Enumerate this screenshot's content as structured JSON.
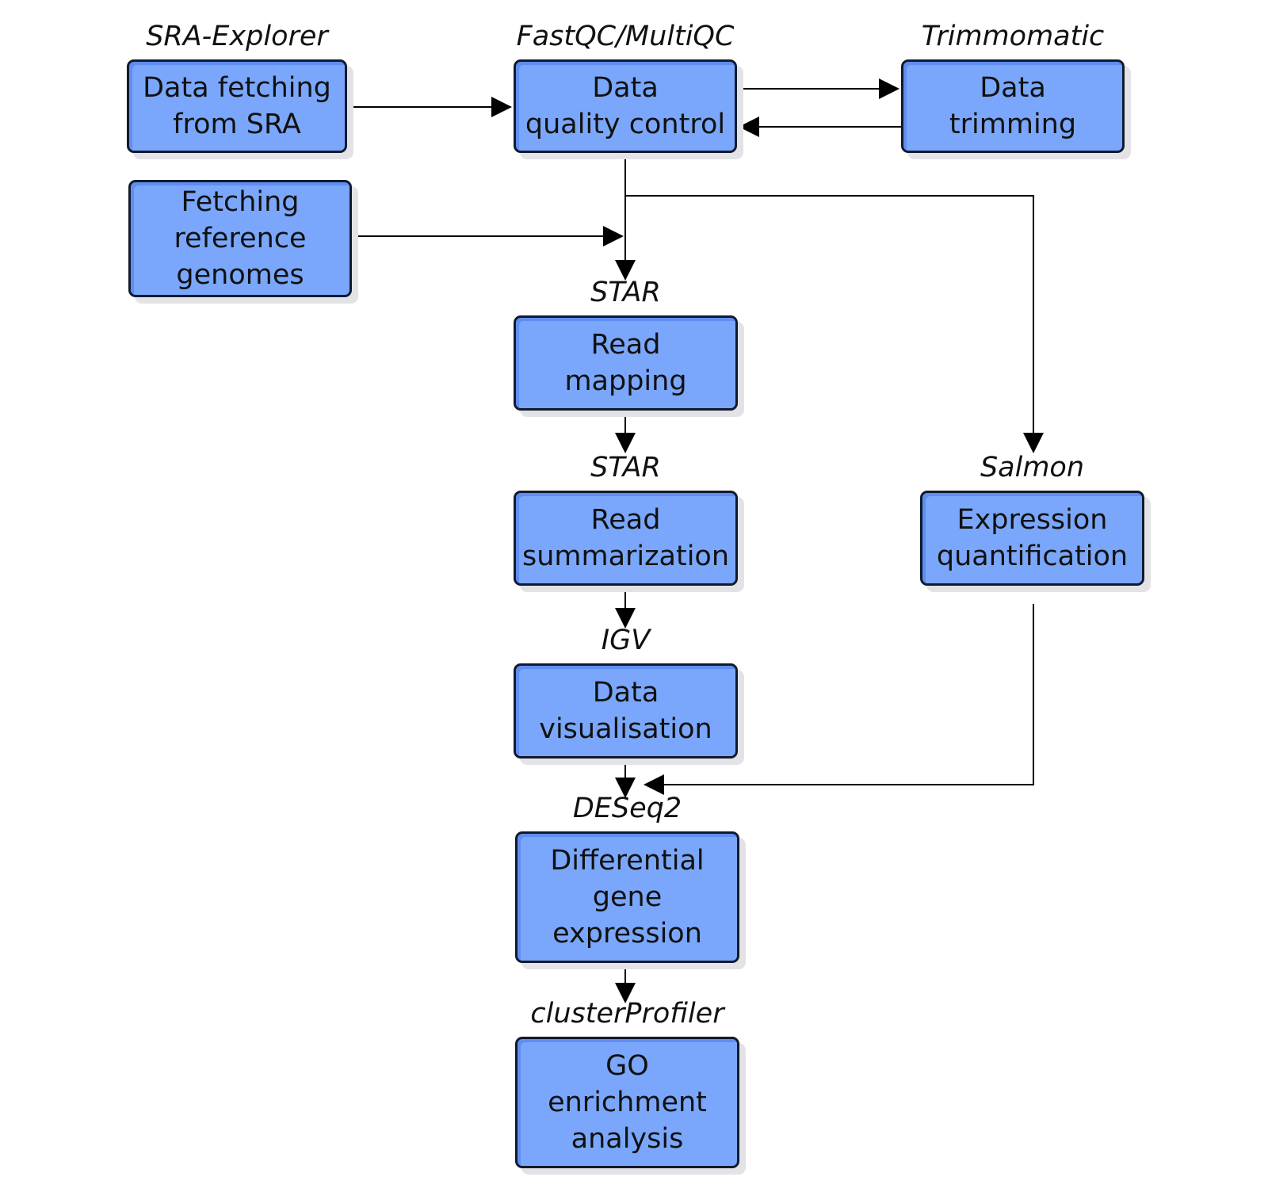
{
  "nodes": [
    {
      "id": "data-fetching",
      "tool": "SRA-Explorer",
      "label": "Data fetching\nfrom SRA"
    },
    {
      "id": "quality-control",
      "tool": "FastQC/MultiQC",
      "label": "Data\nquality control"
    },
    {
      "id": "trimming",
      "tool": "Trimmomatic",
      "label": "Data\ntrimming"
    },
    {
      "id": "reference-genomes",
      "tool": "",
      "label": "Fetching\nreference\ngenomes"
    },
    {
      "id": "read-mapping",
      "tool": "STAR",
      "label": "Read\nmapping"
    },
    {
      "id": "read-summarization",
      "tool": "STAR",
      "label": "Read\nsummarization"
    },
    {
      "id": "expression-quantification",
      "tool": "Salmon",
      "label": "Expression\nquantification"
    },
    {
      "id": "data-visualisation",
      "tool": "IGV",
      "label": "Data\nvisualisation"
    },
    {
      "id": "differential-expression",
      "tool": "DESeq2",
      "label": "Differential\ngene\nexpression"
    },
    {
      "id": "go-enrichment",
      "tool": "clusterProfiler",
      "label": "GO\nenrichment\nanalysis"
    }
  ],
  "edges": [
    {
      "from": "data-fetching",
      "to": "quality-control"
    },
    {
      "from": "quality-control",
      "to": "trimming"
    },
    {
      "from": "trimming",
      "to": "quality-control"
    },
    {
      "from": "quality-control",
      "to": "read-mapping"
    },
    {
      "from": "reference-genomes",
      "to": "read-mapping"
    },
    {
      "from": "quality-control",
      "to": "expression-quantification"
    },
    {
      "from": "read-mapping",
      "to": "read-summarization"
    },
    {
      "from": "read-summarization",
      "to": "data-visualisation"
    },
    {
      "from": "data-visualisation",
      "to": "differential-expression"
    },
    {
      "from": "expression-quantification",
      "to": "differential-expression"
    },
    {
      "from": "differential-expression",
      "to": "go-enrichment"
    }
  ],
  "colors": {
    "node_fill": "#7aa7fb",
    "node_border": "#111a2e",
    "edge": "#000000"
  }
}
